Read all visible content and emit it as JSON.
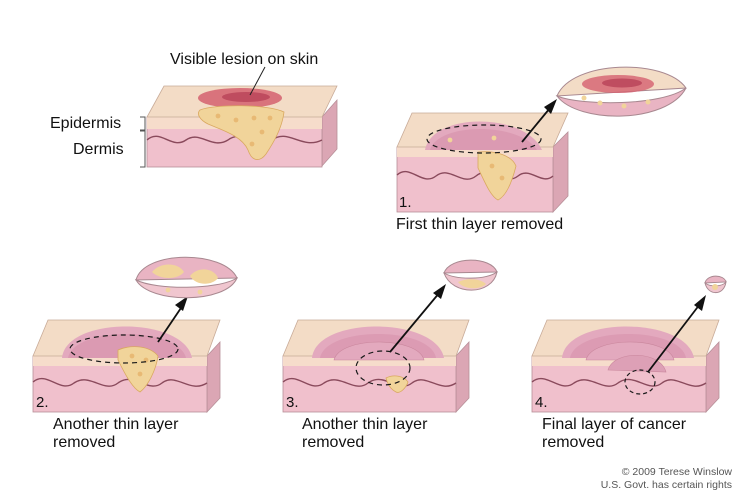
{
  "labels": {
    "visible_lesion": "Visible lesion on skin",
    "epidermis": "Epidermis",
    "dermis": "Dermis"
  },
  "steps": [
    {
      "number": "1.",
      "caption_line1": "First thin layer removed",
      "caption_line2": ""
    },
    {
      "number": "2.",
      "caption_line1": "Another thin layer",
      "caption_line2": "removed"
    },
    {
      "number": "3.",
      "caption_line1": "Another thin layer",
      "caption_line2": "removed"
    },
    {
      "number": "4.",
      "caption_line1": "Final layer of cancer",
      "caption_line2": "removed"
    }
  ],
  "credit": {
    "line1": "© 2009 Terese Winslow",
    "line2": "U.S. Govt. has certain rights"
  },
  "colors": {
    "dermis": "#f0c0cc",
    "epidermis": "#f6dccb",
    "top_surface": "#f3dcc6",
    "lesion": "#d4606f",
    "tumor": "#f1d49a",
    "tumor_dot": "#e8b974",
    "cavity": "#e3a9be",
    "cavity_deep": "#d58ea8",
    "wavy_line": "#8a4a5c"
  }
}
